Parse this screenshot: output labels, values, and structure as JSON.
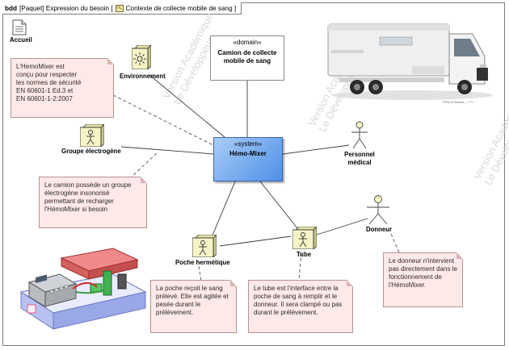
{
  "frame": {
    "kind": "bdd",
    "package": "[Paquet] Expression du besoin [",
    "diagram_name": "Contexte de collecte mobile de sang ]"
  },
  "home_label": "Accueil",
  "watermark": {
    "line1": "Version Académique",
    "line2": "Le Développeur"
  },
  "system": {
    "stereotype": "«system»",
    "name": "Hémo-Mixer"
  },
  "domain": {
    "stereotype": "«domain»",
    "name": "Camion de collecte mobile de sang"
  },
  "actors": {
    "personnel": "Personnel médical",
    "donneur": "Donneur"
  },
  "blocks": {
    "environnement": "Environnement",
    "groupe": "Groupe électrogène",
    "poche": "Poche hermétique",
    "tube": "Tube"
  },
  "notes": {
    "hemomixer": "L'HemoMixer est conçu pour respecter les normes de sécurité EN 60601-1 Ed.3 et EN 60601-1-2:2007",
    "camion": "Le camion possède un groupe électrogène insonorisé permettant de recharger l'HémoMixer si besoin",
    "poche": "La poche reçoit le sang prélevé. Elle est agitée et pesée durant le prélèvement.",
    "tube": "Le tube est l'interface entre la poche de sang à remplir et le donneur. Il sera clampé ou pas durant le prélèvement.",
    "donneur": "Le donneur n'intervient pas directement dans le fonctionnement de l'HémoMixer."
  },
  "images": {
    "truck": "truck-photo",
    "truck_caption": "©Pisu.fr Renault — ???",
    "device": "hemomixer-device-picture"
  },
  "colors": {
    "system_fill": "#6fa6ee",
    "block_fill": "#f6f4c6",
    "note_fill": "#fde9e7",
    "note_border": "#b7928f"
  }
}
